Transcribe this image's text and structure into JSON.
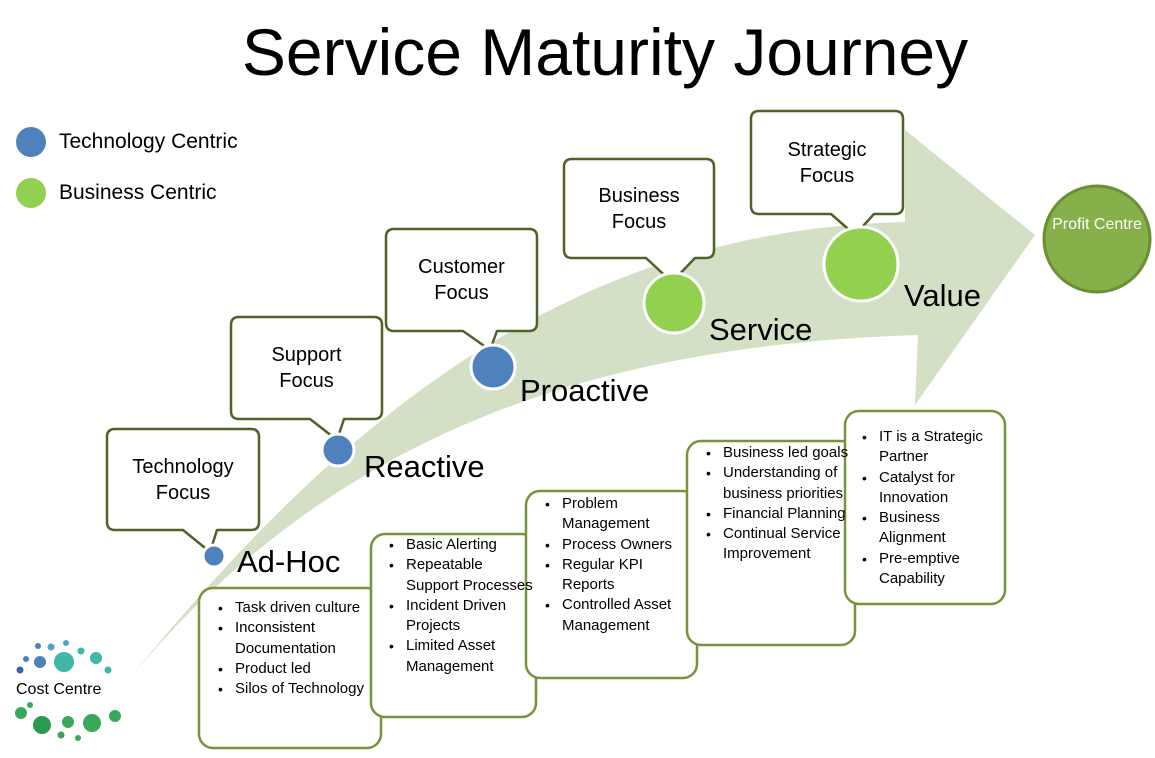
{
  "title": "Service Maturity Journey",
  "legend": [
    {
      "label": "Technology Centric",
      "color": "#4f81bd"
    },
    {
      "label": "Business Centric",
      "color": "#92d050"
    }
  ],
  "colors": {
    "arrow": "#d3e0c5",
    "box_border": "#77933c",
    "callout_border": "#4f6228",
    "technology": "#4f81bd",
    "business": "#92d050",
    "profit_fill": "#86b14a"
  },
  "stages": [
    {
      "focus": "Technology\nFocus",
      "stage": "Ad-Hoc",
      "type": "technology",
      "items": [
        "Task driven culture",
        "Inconsistent Documentation",
        "Product led",
        "Silos of Technology"
      ]
    },
    {
      "focus": "Support\nFocus",
      "stage": "Reactive",
      "type": "technology",
      "items": [
        "Basic Alerting",
        "Repeatable Support Processes",
        "Incident Driven Projects",
        "Limited Asset Management"
      ]
    },
    {
      "focus": "Customer\nFocus",
      "stage": "Proactive",
      "type": "technology",
      "items": [
        "Problem Management",
        "Process Owners",
        "Regular KPI Reports",
        "Controlled Asset Management"
      ]
    },
    {
      "focus": "Business\nFocus",
      "stage": "Service",
      "type": "business",
      "items": [
        "Business led goals",
        "Understanding of business priorities",
        "Financial Planning",
        "Continual Service Improvement"
      ]
    },
    {
      "focus": "Strategic\nFocus",
      "stage": "Value",
      "type": "business",
      "items": [
        "IT is a Strategic Partner",
        "Catalyst for Innovation",
        "Business Alignment",
        "Pre-emptive Capability"
      ]
    }
  ],
  "start_label": "Cost Centre",
  "end_label": "Profit Centre"
}
